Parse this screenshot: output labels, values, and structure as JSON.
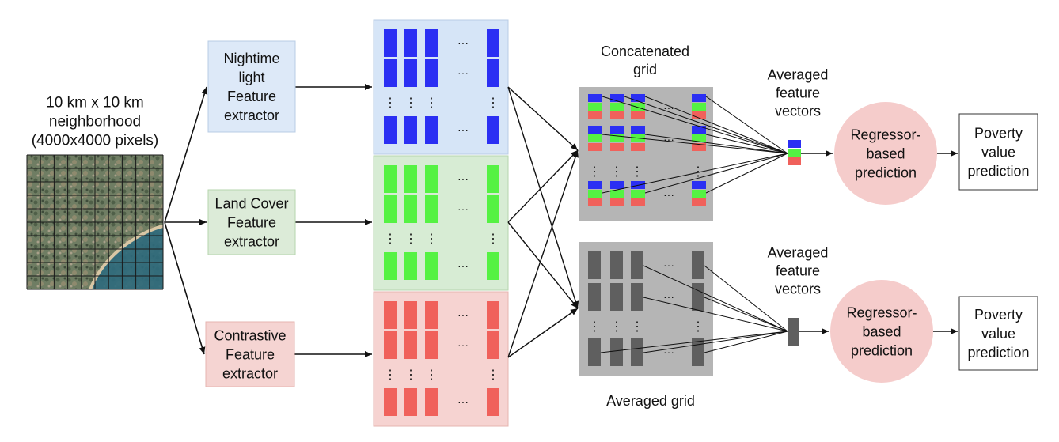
{
  "input": {
    "label_lines": [
      "10 km x 10 km",
      "neighborhood",
      "(4000x4000 pixels)"
    ]
  },
  "extractors": [
    {
      "key": "nightlight",
      "lines": [
        "Nightime",
        "light",
        "Feature",
        "extractor"
      ],
      "box_fill": "#dde9f8",
      "box_stroke": "#b8cce4",
      "panel_fill": "#d6e5f7",
      "cell": "#2b2ff3"
    },
    {
      "key": "landcover",
      "lines": [
        "Land Cover",
        "Feature",
        "extractor"
      ],
      "box_fill": "#dcebd8",
      "box_stroke": "#b6d4ae",
      "panel_fill": "#d7ecd4",
      "cell": "#55f243"
    },
    {
      "key": "contrastive",
      "lines": [
        "Contrastive",
        "Feature",
        "extractor"
      ],
      "box_fill": "#f5d4d2",
      "box_stroke": "#e6b4b0",
      "panel_fill": "#f6d3d1",
      "cell": "#f0615b"
    }
  ],
  "concat": {
    "title_lines": [
      "Concatenated",
      "grid"
    ],
    "colors": [
      "#2b2ff3",
      "#55f243",
      "#f0615b"
    ],
    "panel_fill": "#b5b5b5"
  },
  "averaged": {
    "title": "Averaged grid",
    "cell": "#5f5f5f",
    "panel_fill": "#b5b5b5"
  },
  "vector_label_lines": [
    "Averaged",
    "feature",
    "vectors"
  ],
  "regressor_lines": [
    "Regressor-",
    "based",
    "prediction"
  ],
  "regressor_fill": "#f5cccb",
  "output_lines": [
    "Poverty",
    "value",
    "prediction"
  ],
  "ellipsis": "···",
  "vdots": "⋮"
}
